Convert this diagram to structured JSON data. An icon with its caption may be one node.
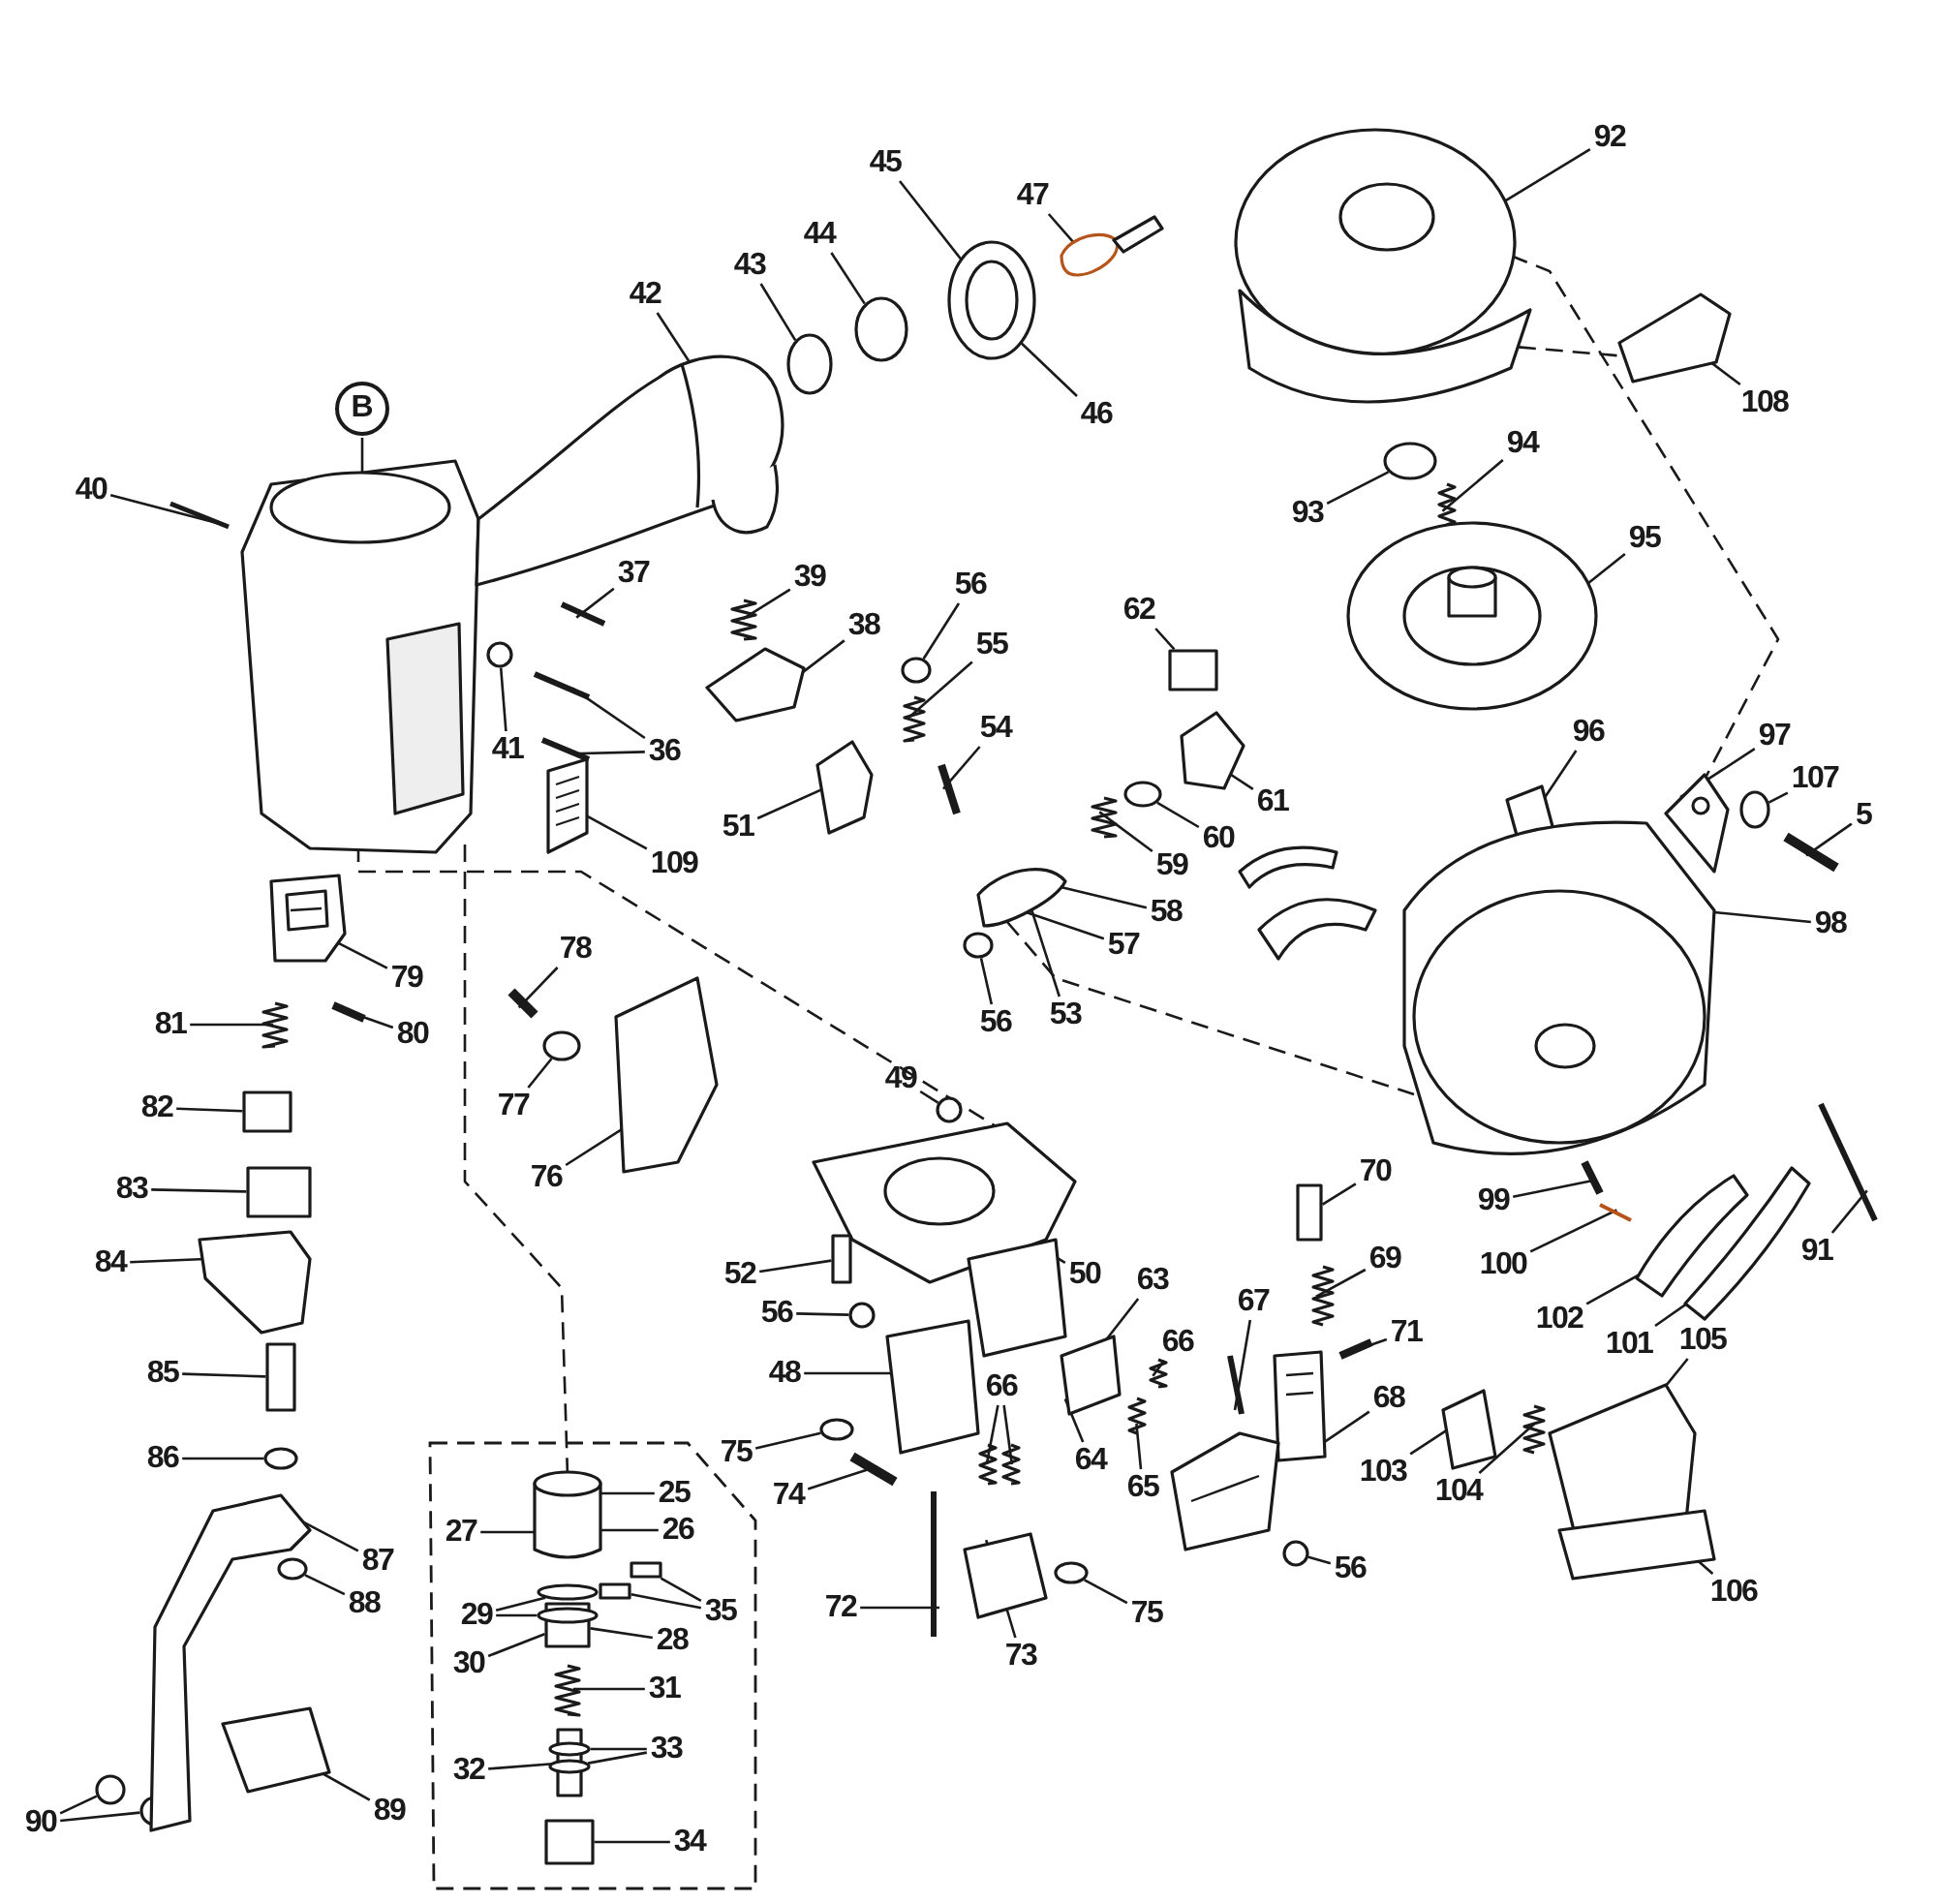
{
  "diagram": {
    "nodes": [
      {
        "text": [
          "40"
        ]
      },
      {
        "text": [
          "B"
        ]
      },
      {
        "text": [
          "42"
        ]
      },
      {
        "text": [
          "43"
        ]
      },
      {
        "text": [
          "44"
        ]
      },
      {
        "text": [
          "45"
        ]
      },
      {
        "text": [
          "46"
        ]
      },
      {
        "text": [
          "47"
        ]
      },
      {
        "text": [
          "92"
        ]
      },
      {
        "text": [
          "108"
        ]
      },
      {
        "text": [
          "93"
        ]
      },
      {
        "text": [
          "94"
        ]
      },
      {
        "text": [
          "95"
        ]
      },
      {
        "text": [
          "37"
        ]
      },
      {
        "text": [
          "39"
        ]
      },
      {
        "text": [
          "38"
        ]
      },
      {
        "text": [
          "36"
        ]
      },
      {
        "text": [
          "41"
        ]
      },
      {
        "text": [
          "109"
        ]
      },
      {
        "text": [
          "51"
        ]
      },
      {
        "text": [
          "56"
        ]
      },
      {
        "text": [
          "55"
        ]
      },
      {
        "text": [
          "54"
        ]
      },
      {
        "text": [
          "62"
        ]
      },
      {
        "text": [
          "61"
        ]
      },
      {
        "text": [
          "60"
        ]
      },
      {
        "text": [
          "59"
        ]
      },
      {
        "text": [
          "58"
        ]
      },
      {
        "text": [
          "57"
        ]
      },
      {
        "text": [
          "53"
        ]
      },
      {
        "text": [
          "56"
        ]
      },
      {
        "text": [
          "96"
        ]
      },
      {
        "text": [
          "97"
        ]
      },
      {
        "text": [
          "107"
        ]
      },
      {
        "text": [
          "5"
        ]
      },
      {
        "text": [
          "98"
        ]
      },
      {
        "text": [
          "79"
        ]
      },
      {
        "text": [
          "80"
        ]
      },
      {
        "text": [
          "81"
        ]
      },
      {
        "text": [
          "82"
        ]
      },
      {
        "text": [
          "83"
        ]
      },
      {
        "text": [
          "84"
        ]
      },
      {
        "text": [
          "85"
        ]
      },
      {
        "text": [
          "86"
        ]
      },
      {
        "text": [
          "87"
        ]
      },
      {
        "text": [
          "88"
        ]
      },
      {
        "text": [
          "89"
        ]
      },
      {
        "text": [
          "90"
        ]
      },
      {
        "text": [
          "78"
        ]
      },
      {
        "text": [
          "77"
        ]
      },
      {
        "text": [
          "76"
        ]
      },
      {
        "text": [
          "49"
        ]
      },
      {
        "text": [
          "50"
        ]
      },
      {
        "text": [
          "52"
        ]
      },
      {
        "text": [
          "56"
        ]
      },
      {
        "text": [
          "48"
        ]
      },
      {
        "text": [
          "75"
        ]
      },
      {
        "text": [
          "74"
        ]
      },
      {
        "text": [
          "72"
        ]
      },
      {
        "text": [
          "73"
        ]
      },
      {
        "text": [
          "75"
        ]
      },
      {
        "text": [
          "66"
        ]
      },
      {
        "text": [
          "63"
        ]
      },
      {
        "text": [
          "66"
        ]
      },
      {
        "text": [
          "64"
        ]
      },
      {
        "text": [
          "65"
        ]
      },
      {
        "text": [
          "67"
        ]
      },
      {
        "text": [
          "70"
        ]
      },
      {
        "text": [
          "69"
        ]
      },
      {
        "text": [
          "71"
        ]
      },
      {
        "text": [
          "68"
        ]
      },
      {
        "text": [
          "56"
        ]
      },
      {
        "text": [
          "25"
        ]
      },
      {
        "text": [
          "26"
        ]
      },
      {
        "text": [
          "27"
        ]
      },
      {
        "text": [
          "35"
        ]
      },
      {
        "text": [
          "29"
        ]
      },
      {
        "text": [
          "28"
        ]
      },
      {
        "text": [
          "30"
        ]
      },
      {
        "text": [
          "31"
        ]
      },
      {
        "text": [
          "33"
        ]
      },
      {
        "text": [
          "32"
        ]
      },
      {
        "text": [
          "34"
        ]
      },
      {
        "text": [
          "99"
        ]
      },
      {
        "text": [
          "100"
        ]
      },
      {
        "text": [
          "91"
        ]
      },
      {
        "text": [
          "102"
        ]
      },
      {
        "text": [
          "101"
        ]
      },
      {
        "text": [
          "105"
        ]
      },
      {
        "text": [
          "103"
        ]
      },
      {
        "text": [
          "104"
        ]
      },
      {
        "text": [
          "106"
        ]
      },
      {
        "text": [],
        "shape": "circle"
      },
      {
        "text": [],
        "shape": "circle"
      },
      {
        "text": [],
        "shape": "circle"
      },
      {
        "text": [],
        "shape": "box"
      },
      {
        "text": [],
        "shape": "circle"
      },
      {
        "text": [],
        "shape": "circle"
      },
      {
        "text": [],
        "shape": "circle"
      },
      {
        "text": [],
        "shape": "box"
      },
      {
        "text": [],
        "shape": "circle"
      },
      {
        "text": [],
        "shape": "circle"
      },
      {
        "text": [],
        "shape": "circle"
      },
      {
        "text": [],
        "shape": "circle"
      },
      {
        "text": [],
        "shape": "circle"
      },
      {
        "text": [],
        "shape": "circle"
      },
      {
        "text": [],
        "shape": "circle"
      },
      {
        "text": [],
        "shape": "circle"
      },
      {
        "text": [],
        "shape": "circle"
      },
      {
        "text": [],
        "shape": "circle"
      },
      {
        "text": [],
        "shape": "box"
      },
      {
        "text": [],
        "shape": "box"
      },
      {
        "text": [],
        "shape": "box"
      },
      {
        "text": [],
        "shape": "box"
      },
      {
        "text": [],
        "shape": "box"
      },
      {
        "text": [],
        "shape": "circle"
      },
      {
        "text": [],
        "shape": "circle"
      },
      {
        "text": [],
        "shape": "circle"
      },
      {
        "text": [],
        "shape": "circle"
      },
      {
        "text": [],
        "shape": "bar"
      },
      {
        "text": [],
        "shape": "picture"
      },
      {
        "text": [],
        "shape": "picture"
      },
      {
        "text": [],
        "shape": "circle"
      },
      {
        "text": [],
        "shape": "circle"
      },
      {
        "text": [],
        "shape": "picture"
      },
      {
        "text": [],
        "shape": "picture"
      },
      {
        "text": [],
        "shape": "picture"
      },
      {
        "text": [],
        "shape": "picture"
      },
      {
        "text": [],
        "shape": "picture"
      },
      {
        "text": [],
        "shape": "picture"
      },
      {
        "text": [],
        "shape": "bar"
      },
      {
        "text": [],
        "shape": "picture"
      },
      {
        "text": [],
        "shape": "picture"
      },
      {
        "text": [],
        "shape": "bar"
      },
      {
        "text": [],
        "shape": "bar"
      },
      {
        "text": [],
        "shape": "picture"
      },
      {
        "text": [],
        "shape": "picture"
      },
      {
        "text": [],
        "shape": "picture"
      },
      {
        "text": [],
        "shape": "bar"
      },
      {
        "text": [],
        "shape": "picture"
      },
      {
        "text": [],
        "shape": "picture"
      },
      {
        "text": [],
        "shape": "picture"
      },
      {
        "text": [],
        "shape": "picture"
      },
      {
        "text": [],
        "shape": "picture"
      },
      {
        "text": [],
        "shape": "bar"
      },
      {
        "text": [],
        "shape": "picture"
      },
      {
        "text": [],
        "shape": "picture"
      },
      {
        "text": [],
        "shape": "bar"
      },
      {
        "text": [],
        "shape": "picture"
      },
      {
        "text": [],
        "shape": "box"
      },
      {
        "text": [],
        "shape": "picture"
      },
      {
        "text": [],
        "shape": "box"
      },
      {
        "text": [],
        "shape": "picture"
      },
      {
        "text": [],
        "shape": "picture"
      },
      {
        "text": [],
        "shape": "bar"
      },
      {
        "text": [],
        "shape": "picture"
      },
      {
        "text": [],
        "shape": "picture"
      },
      {
        "text": [],
        "shape": "box"
      },
      {
        "text": [],
        "shape": "picture"
      },
      {
        "text": [],
        "shape": "bar"
      },
      {
        "text": [],
        "shape": "bar"
      },
      {
        "text": [],
        "shape": "picture"
      },
      {
        "text": [],
        "shape": "picture"
      },
      {
        "text": [],
        "shape": "picture"
      },
      {
        "text": [],
        "shape": "picture"
      },
      {
        "text": [],
        "shape": "picture"
      },
      {
        "text": [],
        "shape": "picture"
      },
      {
        "text": [],
        "shape": "bar"
      },
      {
        "text": [],
        "shape": "box"
      },
      {
        "text": [],
        "shape": "picture"
      },
      {
        "text": [],
        "shape": "bar"
      },
      {
        "text": [],
        "shape": "picture"
      },
      {
        "text": [],
        "shape": "picture"
      },
      {
        "text": [],
        "shape": "picture"
      },
      {
        "text": [],
        "shape": "bar"
      },
      {
        "text": [],
        "shape": "bar"
      },
      {
        "text": [],
        "shape": "bar"
      },
      {
        "text": [],
        "shape": "picture"
      },
      {
        "text": [],
        "shape": "picture"
      },
      {
        "text": [],
        "shape": "picture"
      },
      {
        "text": [],
        "shape": "picture"
      },
      {
        "text": [],
        "shape": "picture"
      },
      {
        "text": [],
        "shape": "picture"
      },
      {
        "text": [],
        "shape": "picture"
      },
      {
        "text": [],
        "shape": "picture"
      },
      {
        "text": [],
        "shape": "picture"
      }
    ],
    "edges": [
      {
        "from": 0,
        "to": 119,
        "arrow": "none"
      },
      {
        "from": 1,
        "to": 120,
        "arrow": "none"
      },
      {
        "from": 2,
        "to": 121,
        "arrow": "none"
      },
      {
        "from": 3,
        "to": 122,
        "arrow": "none"
      },
      {
        "from": 4,
        "to": 123,
        "arrow": "none"
      },
      {
        "from": 5,
        "to": 124,
        "arrow": "none"
      },
      {
        "from": 6,
        "to": 124,
        "arrow": "none"
      },
      {
        "from": 7,
        "to": 125,
        "arrow": "none"
      },
      {
        "from": 8,
        "to": 126,
        "arrow": "none"
      },
      {
        "from": 9,
        "to": 127,
        "arrow": "none"
      },
      {
        "from": 10,
        "to": 92,
        "arrow": "none"
      },
      {
        "from": 11,
        "to": 128,
        "arrow": "none"
      },
      {
        "from": 12,
        "to": 129,
        "arrow": "none"
      },
      {
        "from": 13,
        "to": 130,
        "arrow": "none"
      },
      {
        "from": 14,
        "to": 131,
        "arrow": "none"
      },
      {
        "from": 15,
        "to": 132,
        "arrow": "none"
      },
      {
        "from": 16,
        "to": 133,
        "arrow": "none"
      },
      {
        "from": 16,
        "to": 134,
        "arrow": "none"
      },
      {
        "from": 17,
        "to": 93,
        "arrow": "none"
      },
      {
        "from": 18,
        "to": 135,
        "arrow": "none"
      },
      {
        "from": 19,
        "to": 136,
        "arrow": "none"
      },
      {
        "from": 20,
        "to": 94,
        "arrow": "none"
      },
      {
        "from": 21,
        "to": 137,
        "arrow": "none"
      },
      {
        "from": 22,
        "to": 138,
        "arrow": "none"
      },
      {
        "from": 23,
        "to": 95,
        "arrow": "none"
      },
      {
        "from": 24,
        "to": 139,
        "arrow": "none"
      },
      {
        "from": 25,
        "to": 96,
        "arrow": "none"
      },
      {
        "from": 26,
        "to": 140,
        "arrow": "none"
      },
      {
        "from": 27,
        "to": 141,
        "arrow": "none"
      },
      {
        "from": 28,
        "to": 141,
        "arrow": "none"
      },
      {
        "from": 29,
        "to": 141,
        "arrow": "none"
      },
      {
        "from": 30,
        "to": 97,
        "arrow": "none"
      },
      {
        "from": 31,
        "to": 142,
        "arrow": "none"
      },
      {
        "from": 32,
        "to": 143,
        "arrow": "none"
      },
      {
        "from": 33,
        "to": 98,
        "arrow": "none"
      },
      {
        "from": 34,
        "to": 144,
        "arrow": "none"
      },
      {
        "from": 35,
        "to": 145,
        "arrow": "none"
      },
      {
        "from": 36,
        "to": 146,
        "arrow": "none"
      },
      {
        "from": 37,
        "to": 147,
        "arrow": "none"
      },
      {
        "from": 38,
        "to": 148,
        "arrow": "none"
      },
      {
        "from": 39,
        "to": 99,
        "arrow": "none"
      },
      {
        "from": 40,
        "to": 149,
        "arrow": "none"
      },
      {
        "from": 41,
        "to": 150,
        "arrow": "none"
      },
      {
        "from": 42,
        "to": 151,
        "arrow": "none"
      },
      {
        "from": 43,
        "to": 100,
        "arrow": "none"
      },
      {
        "from": 44,
        "to": 152,
        "arrow": "none"
      },
      {
        "from": 45,
        "to": 101,
        "arrow": "none"
      },
      {
        "from": 46,
        "to": 153,
        "arrow": "none"
      },
      {
        "from": 47,
        "to": 102,
        "arrow": "none"
      },
      {
        "from": 47,
        "to": 103,
        "arrow": "none"
      },
      {
        "from": 48,
        "to": 154,
        "arrow": "none"
      },
      {
        "from": 49,
        "to": 104,
        "arrow": "none"
      },
      {
        "from": 50,
        "to": 155,
        "arrow": "none"
      },
      {
        "from": 51,
        "to": 105,
        "arrow": "none"
      },
      {
        "from": 52,
        "to": 156,
        "arrow": "none"
      },
      {
        "from": 53,
        "to": 157,
        "arrow": "none"
      },
      {
        "from": 54,
        "to": 106,
        "arrow": "none"
      },
      {
        "from": 55,
        "to": 158,
        "arrow": "none"
      },
      {
        "from": 56,
        "to": 107,
        "arrow": "none"
      },
      {
        "from": 57,
        "to": 159,
        "arrow": "none"
      },
      {
        "from": 58,
        "to": 160,
        "arrow": "none"
      },
      {
        "from": 59,
        "to": 161,
        "arrow": "none"
      },
      {
        "from": 60,
        "to": 108,
        "arrow": "none"
      },
      {
        "from": 61,
        "to": 162,
        "arrow": "none"
      },
      {
        "from": 61,
        "to": 163,
        "arrow": "none"
      },
      {
        "from": 62,
        "to": 164,
        "arrow": "none"
      },
      {
        "from": 63,
        "to": 165,
        "arrow": "none"
      },
      {
        "from": 64,
        "to": 164,
        "arrow": "none"
      },
      {
        "from": 65,
        "to": 166,
        "arrow": "none"
      },
      {
        "from": 66,
        "to": 167,
        "arrow": "none"
      },
      {
        "from": 67,
        "to": 168,
        "arrow": "none"
      },
      {
        "from": 68,
        "to": 169,
        "arrow": "none"
      },
      {
        "from": 69,
        "to": 170,
        "arrow": "none"
      },
      {
        "from": 70,
        "to": 171,
        "arrow": "none"
      },
      {
        "from": 71,
        "to": 109,
        "arrow": "none"
      },
      {
        "from": 72,
        "to": 172,
        "arrow": "none"
      },
      {
        "from": 73,
        "to": 172,
        "arrow": "none"
      },
      {
        "from": 74,
        "to": 172,
        "arrow": "none"
      },
      {
        "from": 75,
        "to": 110,
        "arrow": "none"
      },
      {
        "from": 75,
        "to": 111,
        "arrow": "none"
      },
      {
        "from": 76,
        "to": 115,
        "arrow": "none"
      },
      {
        "from": 76,
        "to": 116,
        "arrow": "none"
      },
      {
        "from": 77,
        "to": 112,
        "arrow": "none"
      },
      {
        "from": 78,
        "to": 112,
        "arrow": "none"
      },
      {
        "from": 79,
        "to": 173,
        "arrow": "none"
      },
      {
        "from": 80,
        "to": 117,
        "arrow": "none"
      },
      {
        "from": 80,
        "to": 118,
        "arrow": "none"
      },
      {
        "from": 81,
        "to": 113,
        "arrow": "none"
      },
      {
        "from": 82,
        "to": 114,
        "arrow": "none"
      },
      {
        "from": 83,
        "to": 174,
        "arrow": "none"
      },
      {
        "from": 84,
        "to": 175,
        "arrow": "none"
      },
      {
        "from": 85,
        "to": 176,
        "arrow": "none"
      },
      {
        "from": 86,
        "to": 177,
        "arrow": "none"
      },
      {
        "from": 87,
        "to": 178,
        "arrow": "none"
      },
      {
        "from": 88,
        "to": 179,
        "arrow": "none"
      },
      {
        "from": 89,
        "to": 180,
        "arrow": "none"
      },
      {
        "from": 90,
        "to": 181,
        "arrow": "none"
      },
      {
        "from": 91,
        "to": 182,
        "arrow": "none"
      },
      {
        "from": 120,
        "to": 172,
        "arrow": "none",
        "style": "dashed"
      },
      {
        "from": 120,
        "to": 156,
        "arrow": "none",
        "style": "dashed"
      },
      {
        "from": 141,
        "to": 145,
        "arrow": "none",
        "style": "dashed"
      },
      {
        "from": 126,
        "to": 143,
        "arrow": "none",
        "style": "dashed"
      },
      {
        "from": 126,
        "to": 127,
        "arrow": "none",
        "style": "dashed"
      }
    ]
  }
}
